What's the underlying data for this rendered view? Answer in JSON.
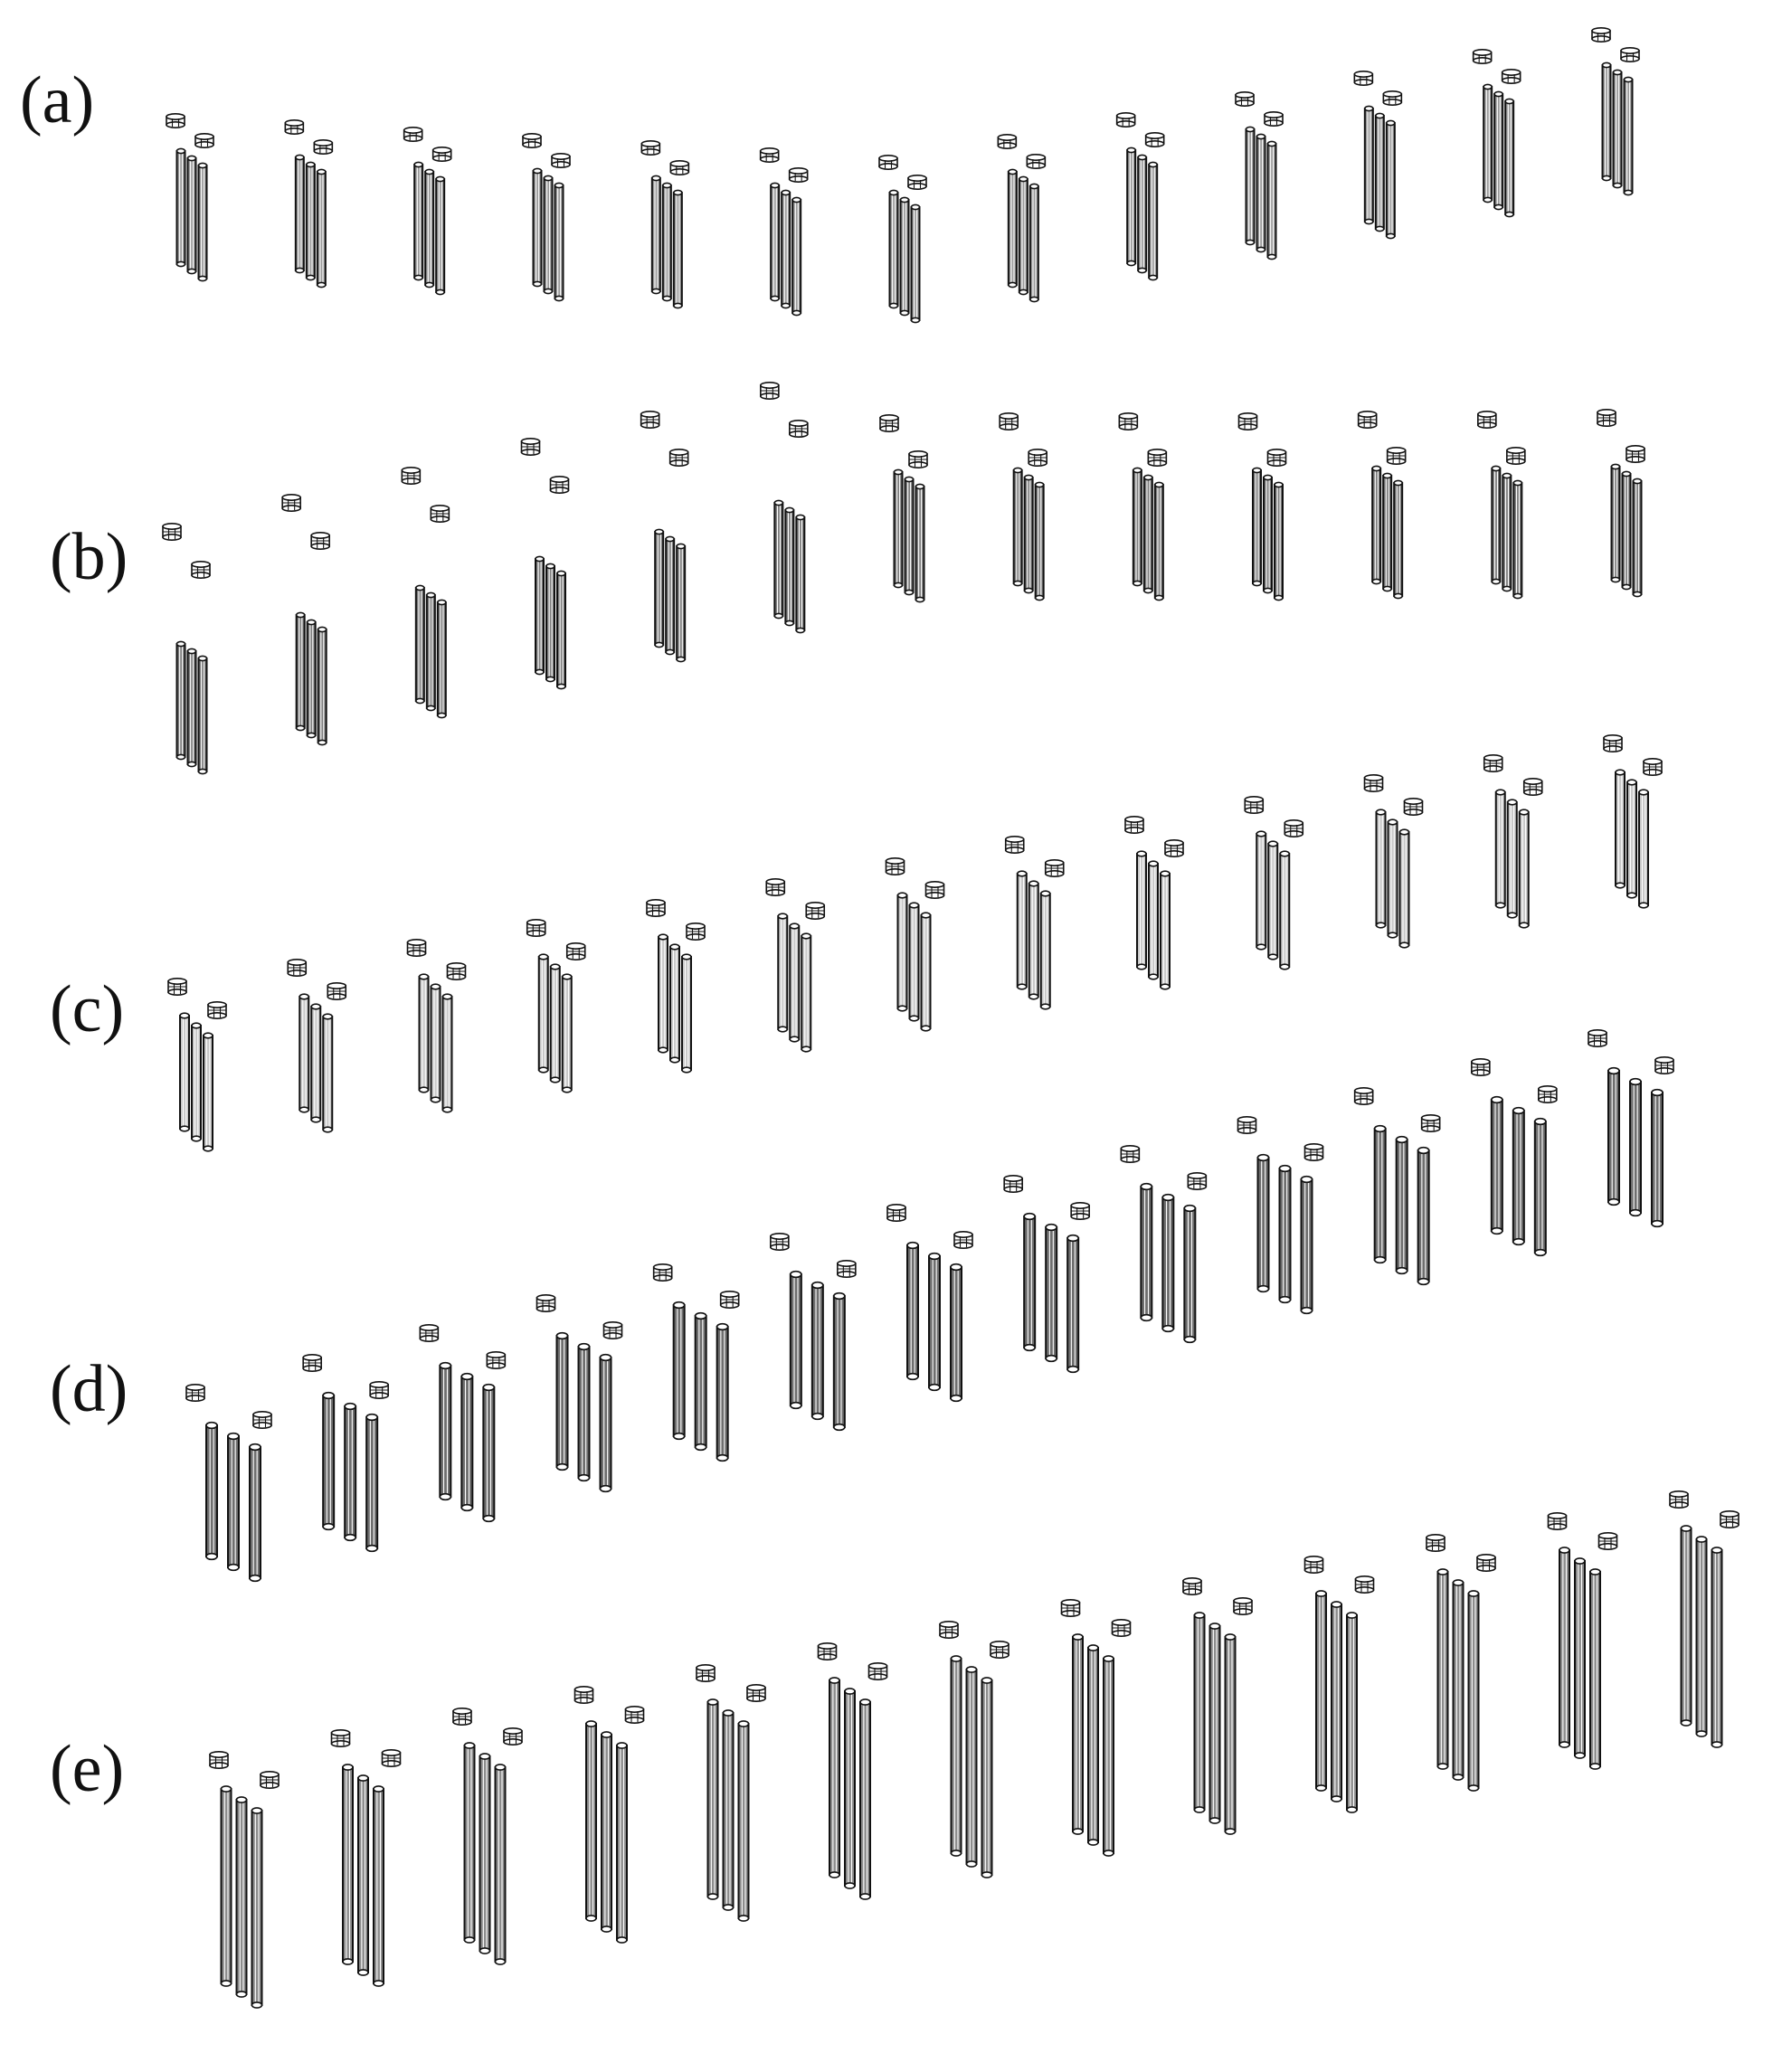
{
  "figure": {
    "rods_per_group": 3,
    "caps_per_group": 2,
    "panels": [
      {
        "id": "a",
        "label": "(a)",
        "groups": 13,
        "fill_color": "#9a9a9a"
      },
      {
        "id": "b",
        "label": "(b)",
        "groups": 13,
        "fill_color": "#7f7f7f"
      },
      {
        "id": "c",
        "label": "(c)",
        "groups": 13,
        "fill_color": "#c8c8c8"
      },
      {
        "id": "d",
        "label": "(d)",
        "groups": 13,
        "fill_color": "#6e6e6e"
      },
      {
        "id": "e",
        "label": "(e)",
        "groups": 13,
        "fill_color": "#8c8c8c"
      }
    ]
  }
}
